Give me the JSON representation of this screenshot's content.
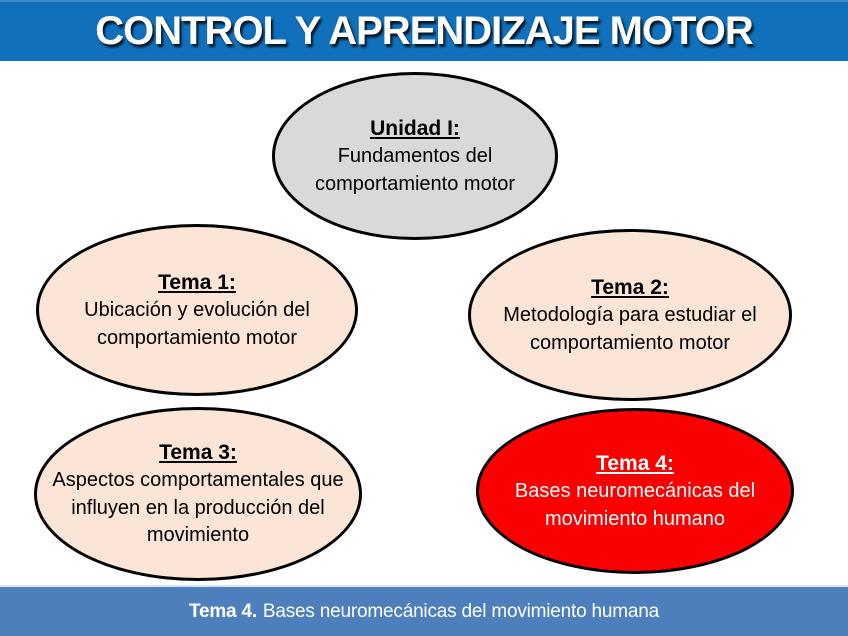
{
  "slide": {
    "title": "CONTROL Y APRENDIZAJE MOTOR",
    "footer": {
      "prefix": "Tema 4.",
      "text": "Bases neuromecánicas del movimiento humana"
    }
  },
  "colors": {
    "title_bar": "#1170bb",
    "footer_bar": "#4d7fbd",
    "footer_edge": "#dde5f1",
    "unidad_fill": "#d9d9d9",
    "tema_fill": "#fbe5d6",
    "tema4_fill": "#fb0000",
    "outline": "#000000"
  },
  "nodes": [
    {
      "id": "unidad-1",
      "heading": "Unidad I:",
      "body": "Fundamentos del comportamiento motor"
    },
    {
      "id": "tema-1",
      "heading": "Tema 1:",
      "body": "Ubicación y evolución del comportamiento motor"
    },
    {
      "id": "tema-2",
      "heading": "Tema 2:",
      "body": "Metodología para estudiar el comportamiento motor"
    },
    {
      "id": "tema-3",
      "heading": "Tema 3:",
      "body": "Aspectos comportamentales que influyen en la producción del movimiento"
    },
    {
      "id": "tema-4",
      "heading": "Tema 4:",
      "body": "Bases neuromecánicas del movimiento humano"
    }
  ]
}
